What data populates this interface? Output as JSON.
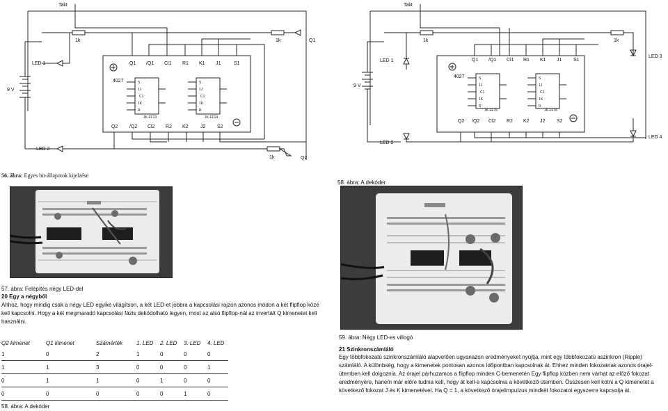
{
  "left_schematic": {
    "takt": "Takt",
    "r1": "1k",
    "r2": "1k",
    "r3": "1k",
    "q1_out": "Q1",
    "q2_out": "Q2",
    "led1": "LED 1",
    "led2": "LED 2",
    "battery": "9 V",
    "chip": "4027",
    "top_pins": [
      "Q1",
      "/Q1",
      "Cl1",
      "R1",
      "K1",
      "J1",
      "S1"
    ],
    "bottom_pins": [
      "Q2",
      "/Q2",
      "Cl2",
      "R2",
      "K2",
      "J2",
      "S2"
    ],
    "ff1": [
      "S",
      "1J",
      "C1",
      "1K",
      "R"
    ],
    "ff1_name": "JK-FF13",
    "ff2": [
      "S",
      "1J",
      "C1",
      "1K",
      "R"
    ],
    "ff2_name": "JK-FF14"
  },
  "right_schematic": {
    "takt": "Takt",
    "r1": "1k",
    "r2": "1k",
    "led1": "LED 1",
    "led2": "LED 2",
    "led3": "LED 3",
    "led4": "LED 4",
    "battery": "9 V",
    "chip": "4027",
    "top_pins": [
      "Q1",
      "/Q1",
      "Cl1",
      "R1",
      "K1",
      "J1",
      "S1"
    ],
    "bottom_pins": [
      "Q2",
      "/Q2",
      "Cl2",
      "R2",
      "K2",
      "J2",
      "S2"
    ],
    "ff1_name": "JK-FF15",
    "ff2_name": "JK-FF16"
  },
  "captions": {
    "fig56_num": "56. ábra:",
    "fig56_text": "Egyes bit-állapotok kijelzése",
    "fig58_top_num": "58. ábra:",
    "fig58_top_text": "A dekóder",
    "fig57_num": "57. ábra:",
    "fig57_text": "Felépítés négy LED-del",
    "fig59_num": "59. ábra:",
    "fig59_text": "Négy LED-es villogó",
    "fig58_bottom_num": "58. ábra:",
    "fig58_bottom_text": "A dekóder"
  },
  "section20": {
    "heading": "20 Egy a négyből",
    "para": "Ahhoz, hogy mindig csak a négy LED egyike világítson, a két LED-et jobbra a kapcsolási rajzon azonos módon a két flipflop közé kell kapcsolni.  Hogy a két megmaradó kapcsolási fázis dekódolható legyen, most az alsó flipflop-nál az invertált Q kimenetet kell használni."
  },
  "section21": {
    "heading": "21 Szinkronszámláló",
    "para": "Egy többfokozatú szinkronszámláló alapvetően ugyanazon eredményeket nyújtja, mint egy többfokozatú aszinkron (Ripple) számláló.  A különbség, hogy a kimenetek pontosan azonos időpontban kapcsolnak át.  Ehhez minden fokozatnak azonos órajel-ütemben kell dolgoznia.   Az órajel párhuzamos a flipflop minden C-bemenetén  Egy flipflop közben nem várhat az előző fokozat eredményére, hanem már előre tudnia kell, hogy át kell-e kapcsolnia a következő ütemben.  Összesen kell kötni a Q kimenetet a következő fokozat J és K kimenetével.  Ha Q = 1, a következő órajelimpulzus mindkét fokozatot egyszerre kapcsolja át."
  },
  "table": {
    "headers": [
      "Q2 kimenet",
      "Q1 kimenet",
      "Számérték",
      "1. LED",
      "2. LED",
      "3. LED",
      "4. LED"
    ],
    "rows": [
      [
        "1",
        "0",
        "2",
        "1",
        "0",
        "0",
        "0"
      ],
      [
        "1",
        "1",
        "3",
        "0",
        "0",
        "0",
        "1"
      ],
      [
        "0",
        "1",
        "1",
        "0",
        "1",
        "0",
        "0"
      ],
      [
        "0",
        "0",
        "0",
        "0",
        "0",
        "1",
        "0"
      ]
    ]
  }
}
